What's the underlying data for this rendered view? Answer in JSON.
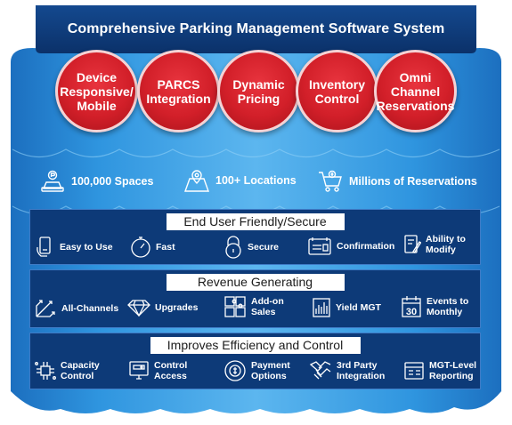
{
  "title": "Comprehensive Parking Management Software System",
  "colors": {
    "navy": "#0d3a78",
    "red": "#d21f29",
    "cylinder": "#2c8fd8"
  },
  "features": [
    {
      "label": "Device\nResponsive/\nMobile"
    },
    {
      "label": "PARCS\nIntegration"
    },
    {
      "label": "Dynamic\nPricing"
    },
    {
      "label": "Inventory\nControl"
    },
    {
      "label": "Omni\nChannel\nReservations"
    }
  ],
  "stats": [
    {
      "label": "100,000 Spaces",
      "icon": "parking-car-icon"
    },
    {
      "label": "100+ Locations",
      "icon": "map-pin-icon"
    },
    {
      "label": "Millions of Reservations",
      "icon": "shopping-cart-icon"
    }
  ],
  "sections": [
    {
      "title": "End User Friendly/Secure",
      "items": [
        {
          "label": "Easy to Use",
          "icon": "phone-hand-icon"
        },
        {
          "label": "Fast",
          "icon": "stopwatch-icon"
        },
        {
          "label": "Secure",
          "icon": "padlock-icon"
        },
        {
          "label": "Confirmation",
          "icon": "ticket-icon"
        },
        {
          "label": "Ability to\nModify",
          "icon": "edit-document-icon"
        }
      ]
    },
    {
      "title": "Revenue Generating",
      "items": [
        {
          "label": "All-Channels",
          "icon": "channels-arrows-icon"
        },
        {
          "label": "Upgrades",
          "icon": "diamond-icon"
        },
        {
          "label": "Add-on\nSales",
          "icon": "puzzle-icon"
        },
        {
          "label": "Yield MGT",
          "icon": "bar-chart-icon"
        },
        {
          "label": "Events to\nMonthly",
          "icon": "calendar-icon"
        }
      ]
    },
    {
      "title": "Improves Efficiency and Control",
      "items": [
        {
          "label": "Capacity\nControl",
          "icon": "chip-icon"
        },
        {
          "label": "Control\nAccess",
          "icon": "monitor-icon"
        },
        {
          "label": "Payment\nOptions",
          "icon": "coin-icon"
        },
        {
          "label": "3rd Party\nIntegration",
          "icon": "handshake-icon"
        },
        {
          "label": "MGT-Level\nReporting",
          "icon": "report-icon"
        }
      ]
    }
  ]
}
